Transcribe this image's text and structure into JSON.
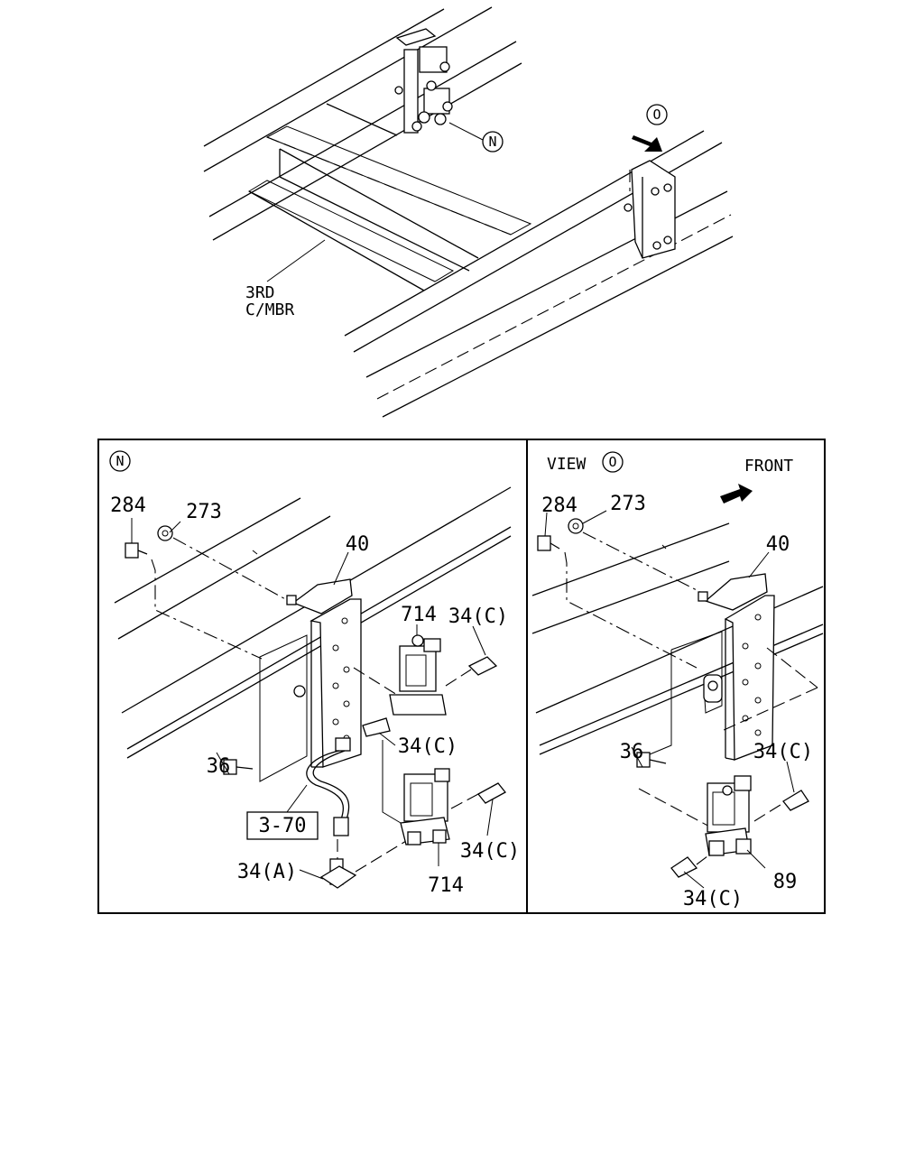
{
  "top_view": {
    "marker_n": "N",
    "marker_o": "O",
    "member_label_1": "3RD",
    "member_label_2": "C/MBR"
  },
  "panel_n": {
    "marker": "N",
    "labels": {
      "p284": "284",
      "p273": "273",
      "p40": "40",
      "p714_top": "714",
      "p34c_1": "34(C)",
      "p34c_2": "34(C)",
      "p34c_3": "34(C)",
      "p36": "36",
      "ref_3_70": "3-70",
      "p34a": "34(A)",
      "p714_bottom": "714"
    }
  },
  "panel_o": {
    "view_label": "VIEW",
    "marker": "O",
    "front_label": "FRONT",
    "labels": {
      "p284": "284",
      "p273": "273",
      "p40": "40",
      "p36": "36",
      "p34c_1": "34(C)",
      "p34c_2": "34(C)",
      "p89": "89"
    }
  }
}
